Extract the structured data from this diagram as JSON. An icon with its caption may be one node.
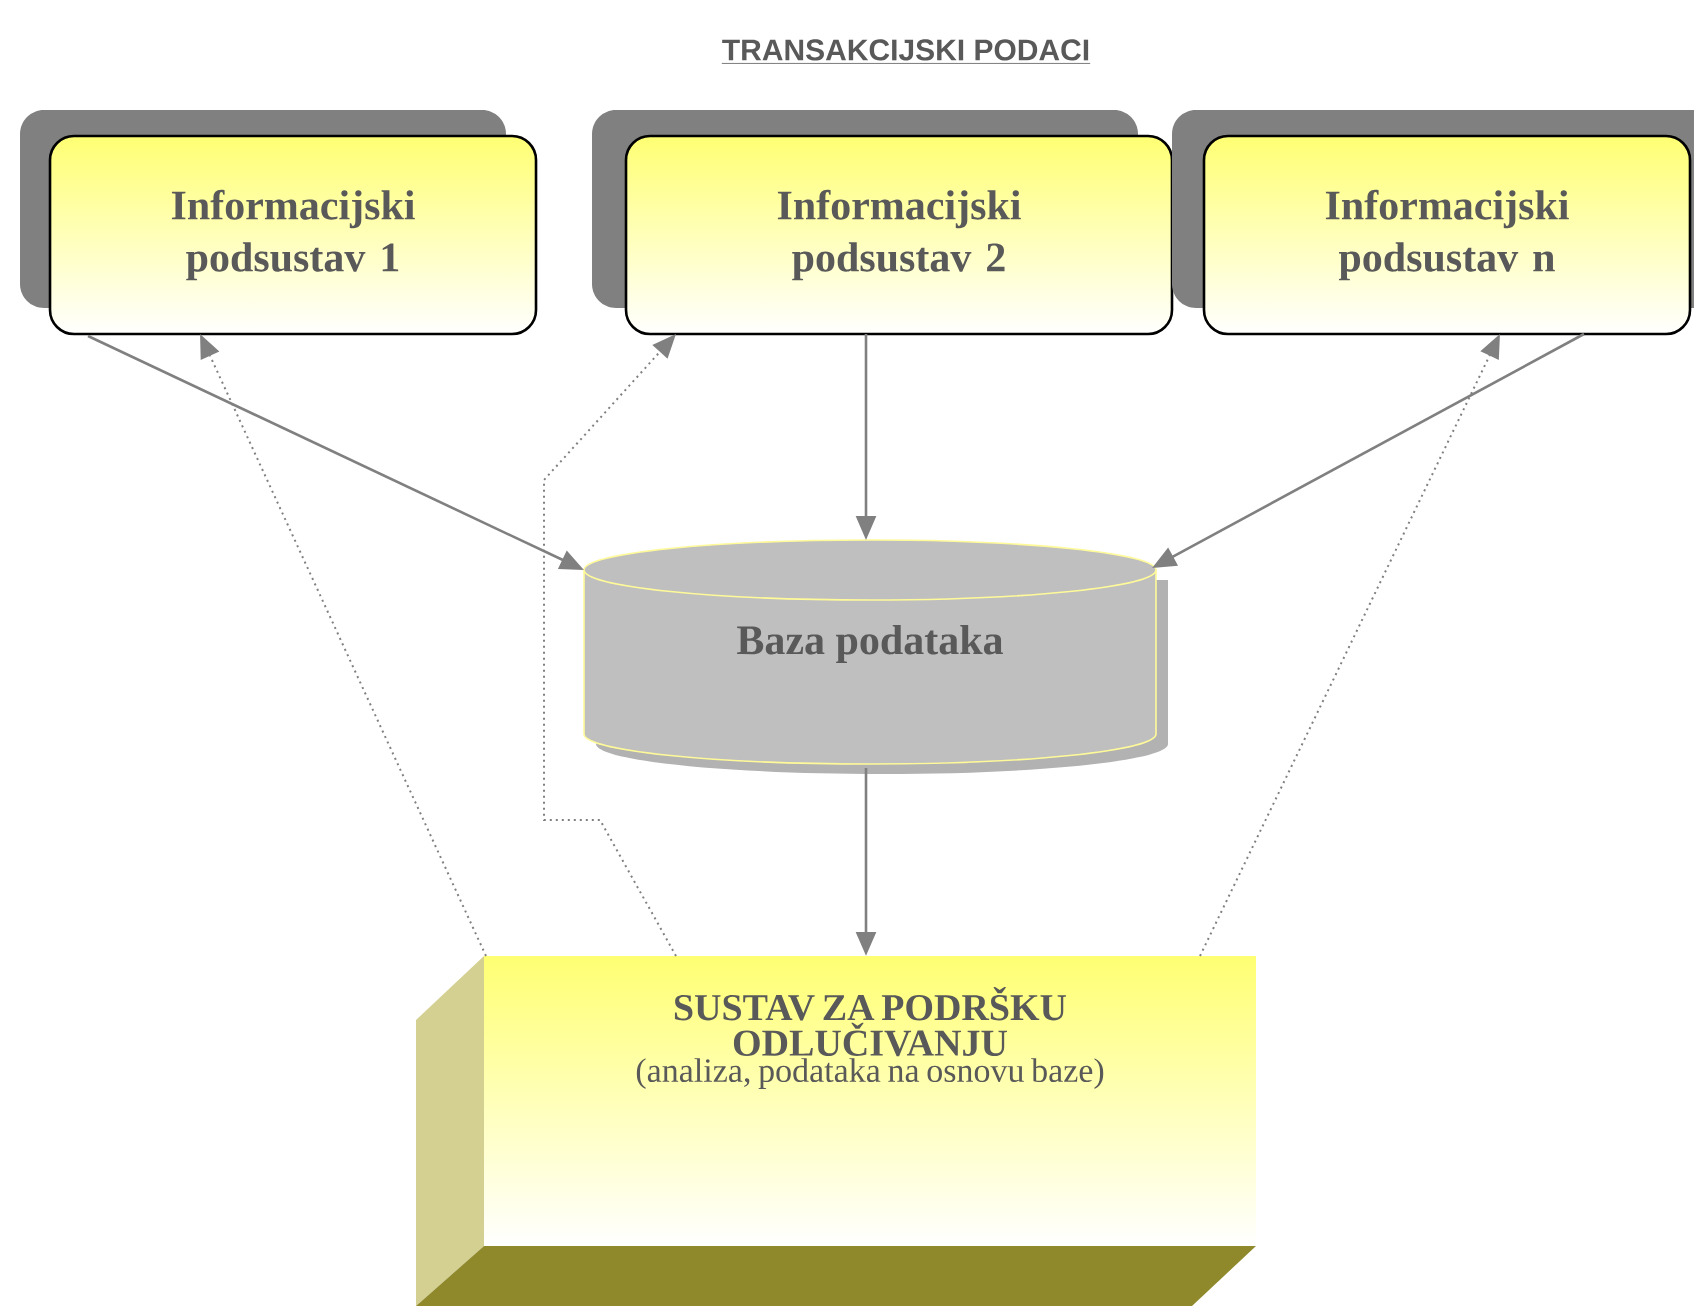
{
  "diagram": {
    "title": "TRANSAKCIJSKI PODACI",
    "nodes": [
      {
        "text": [
          "Informacijski podsustav 1"
        ]
      },
      {
        "text": [
          "Informacijski podsustav 2"
        ]
      },
      {
        "text": [
          "Informacijski podsustav n"
        ]
      },
      {
        "text": [
          "Baza podataka"
        ]
      },
      {
        "text": [
          "SUSTAV ZA PODRŠKU ODLUČIVANJU",
          "(analiza, podataka na osnovu baze)"
        ]
      }
    ],
    "edges": [
      {
        "from": 0,
        "to": 3,
        "arrow": "to"
      },
      {
        "from": 1,
        "to": 3,
        "arrow": "to"
      },
      {
        "from": 2,
        "to": 3,
        "arrow": "to"
      },
      {
        "from": 3,
        "to": 4,
        "arrow": "to"
      },
      {
        "from": 4,
        "to": 0,
        "arrow": "to",
        "style": "dashed"
      },
      {
        "from": 4,
        "to": 1,
        "arrow": "to",
        "style": "dashed"
      },
      {
        "from": 4,
        "to": 2,
        "arrow": "to",
        "style": "dashed"
      }
    ]
  }
}
